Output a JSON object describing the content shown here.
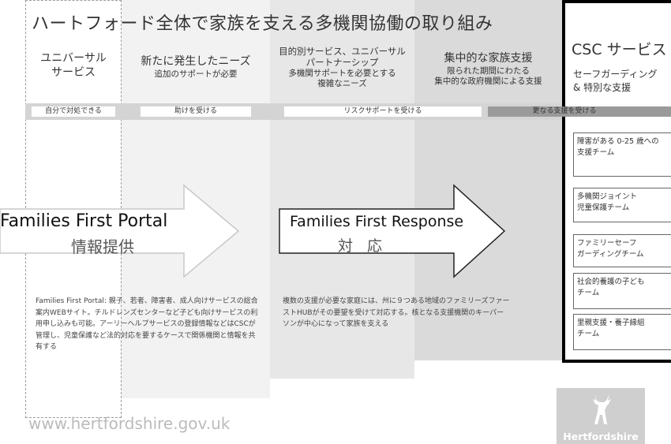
{
  "title": "ハートフォード全体で家族を支える多機関協働の取り組み",
  "columns": [
    {
      "title": "ユニバーサル\nサービス",
      "subtitle": ""
    },
    {
      "title": "新たに発生したニーズ",
      "subtitle": "追加のサポートが必要"
    },
    {
      "title": "目的別サービス、ユニバーサル\nパートナーシップ",
      "subtitle": "多機関サポートを必要とする\n複雑なニーズ"
    },
    {
      "title": "集中的な家族支援",
      "subtitle": "限られた期間にわたる\n集中的な政府機関による支援"
    }
  ],
  "levels": [
    "自分で対処できる",
    "助けを受ける",
    "リスクサポートを受ける",
    "更なる支援を受ける"
  ],
  "csc": {
    "title": "CSC サービス",
    "subtitle": "セーフガーディング\n& 特別な支援",
    "teams": [
      "障害がある 0-25 歳への\n支援チーム",
      "多機関ジョイント\n児童保護チーム",
      "ファミリーセーフ\nガーディングチーム",
      "社会的養護の子ども\nチーム",
      "里親支援・養子縁組\nチーム"
    ]
  },
  "portal": {
    "title": "Families First Portal",
    "subtitle": "情報提供",
    "description": "Families First Portal: 親子、若者、障害者、成人向けサービスの総合案内WEBサイト。チルドレンズセンターなど子ども向けサービスの利用申し込みも可能。アーリーヘルプサービスの登録情報などはCSCが管理し、児童保護など法的対応を要するケースで関係機関と情報を共有する"
  },
  "response": {
    "title": "Families First Response",
    "subtitle": "対応",
    "description": "複数の支援が必要な家庭には、州に９つある地域のファミリーズファーストHUBがその要望を受けて対応する。核となる支援機関のキーパーソンが中心になって家族を支える"
  },
  "url": "www.hertfordshire.gov.uk",
  "logo_text": "Hertfordshire",
  "icons": [
    "arrow-icon",
    "stag-icon"
  ]
}
